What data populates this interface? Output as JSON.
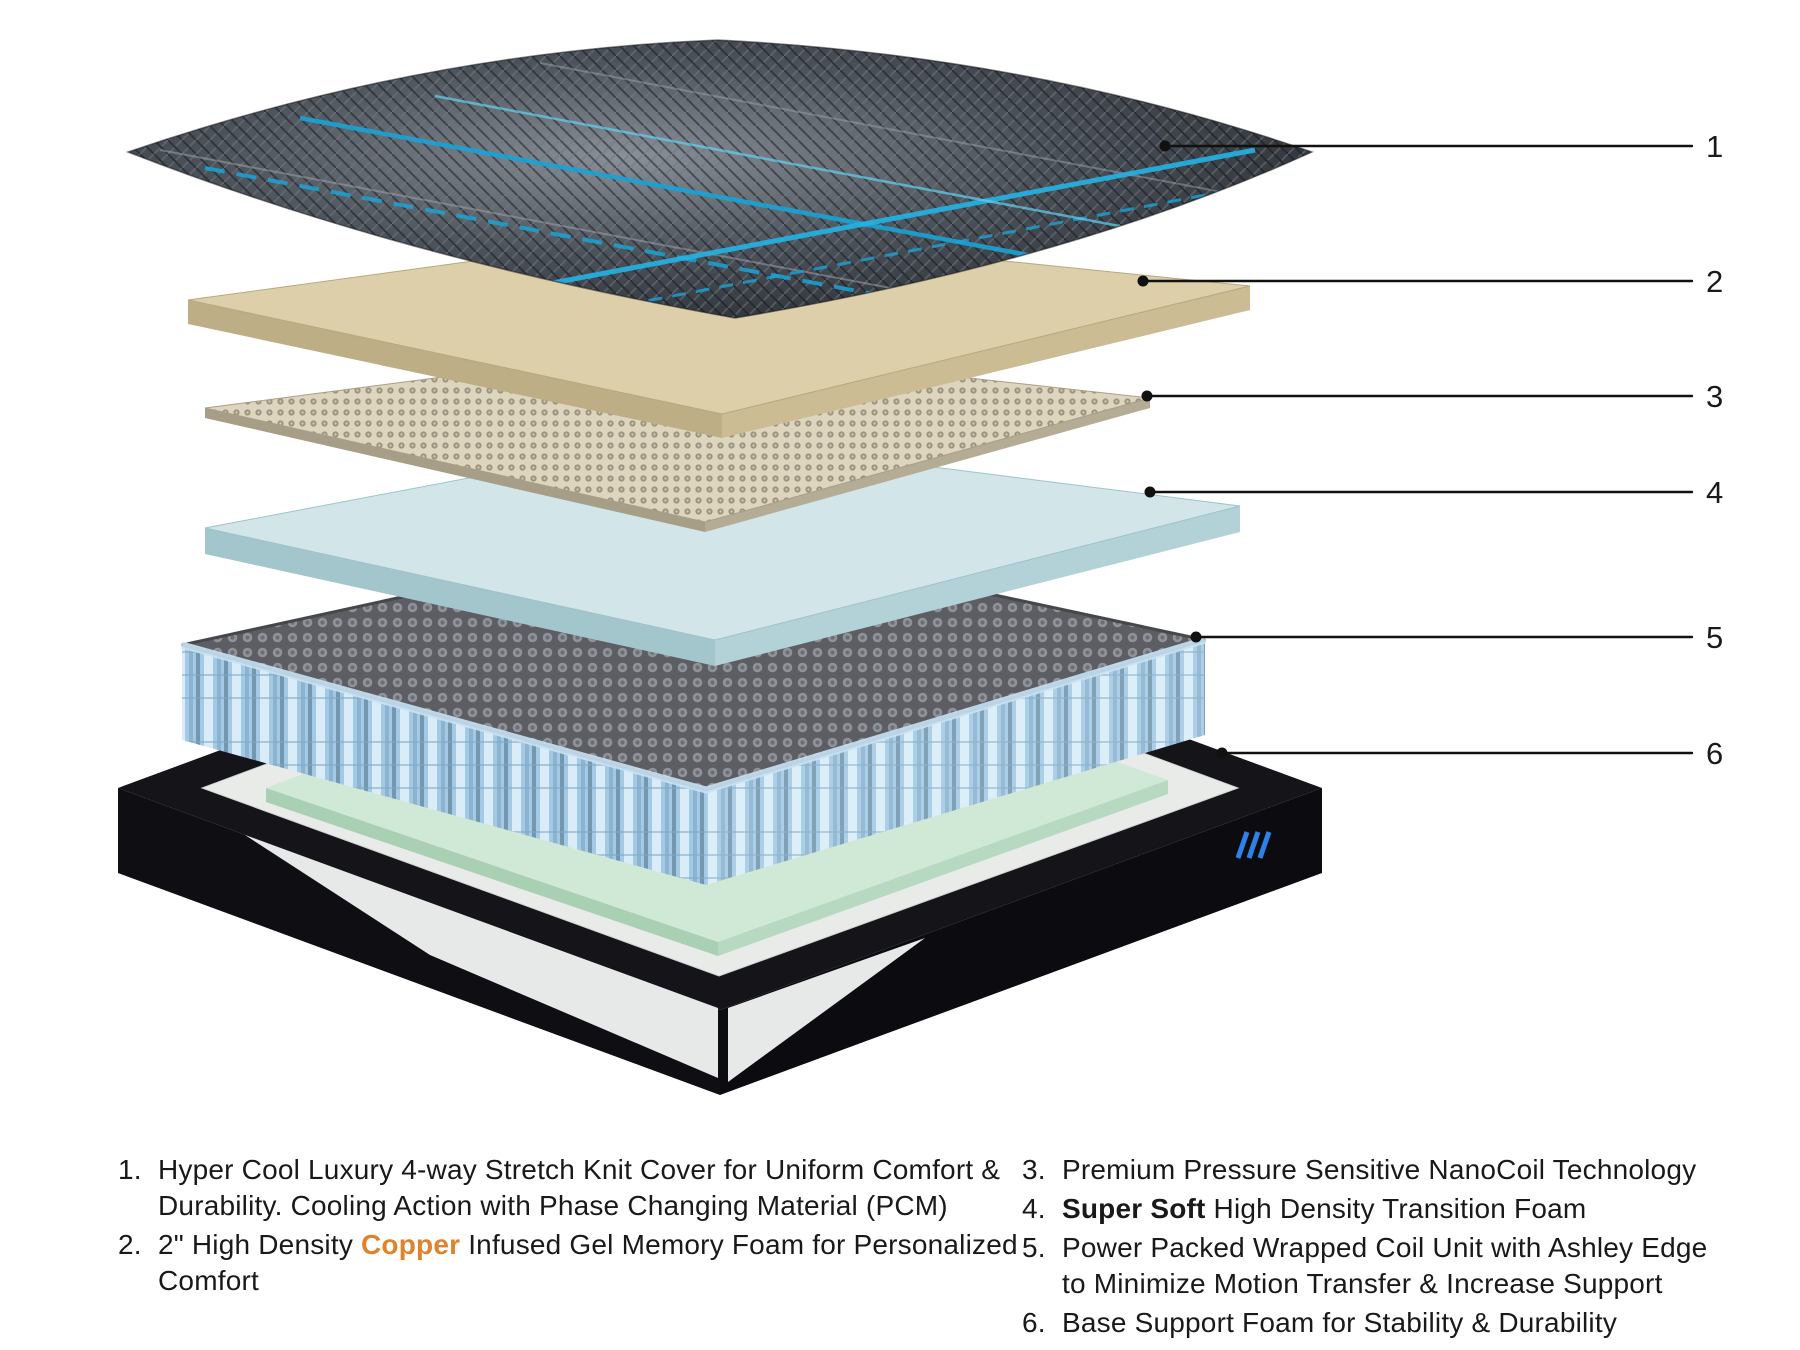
{
  "callouts": {
    "labels": [
      "1",
      "2",
      "3",
      "4",
      "5",
      "6"
    ]
  },
  "legend": {
    "item1": {
      "num": "1.",
      "text": "Hyper Cool Luxury 4-way Stretch Knit Cover for Uniform Comfort & Durability. Cooling Action with Phase Changing Material (PCM)"
    },
    "item2": {
      "num": "2.",
      "pre": "2\" High Density ",
      "copper": "Copper",
      "post": " Infused Gel Memory Foam for Personalized Comfort"
    },
    "item3": {
      "num": "3.",
      "text": "Premium Pressure Sensitive NanoCoil Technology"
    },
    "item4": {
      "num": "4.",
      "bold": "Super Soft",
      "rest": " High Density Transition Foam"
    },
    "item5": {
      "num": "5.",
      "text": "Power Packed Wrapped Coil Unit with Ashley Edge to Minimize Motion Transfer & Increase Support"
    },
    "item6": {
      "num": "6.",
      "text": "Base Support Foam for Stability & Durability"
    }
  },
  "colors": {
    "copper_accent": "#e0832c",
    "cover_accent_cyan": "#1aa3d6",
    "memory_foam_tan": "#dccfa9",
    "transition_foam_blue": "#d2e6e9",
    "coil_blue": "#a3c9e4",
    "base_foam_green": "#d0e9d7",
    "brand_blue": "#2f80e8"
  }
}
